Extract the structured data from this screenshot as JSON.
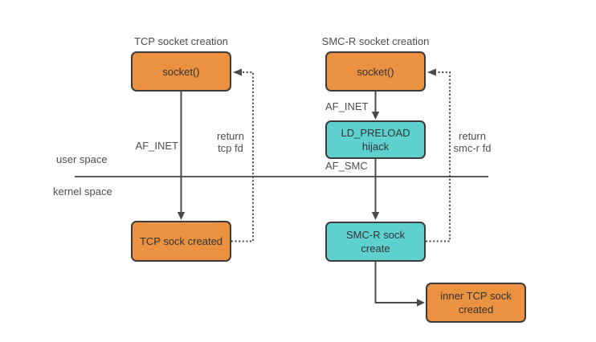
{
  "diagram": {
    "column_titles": {
      "tcp": "TCP socket creation",
      "smc": "SMC-R socket creation"
    },
    "space_labels": {
      "user": "user space",
      "kernel": "kernel space"
    },
    "nodes": {
      "tcp_socket_call": {
        "label": "socket()",
        "fill": "orange"
      },
      "smc_socket_call": {
        "label": "socket()",
        "fill": "orange"
      },
      "ld_preload_hijack": {
        "label": "LD_PRELOAD\nhijack",
        "fill": "teal"
      },
      "tcp_sock_created": {
        "label": "TCP sock created",
        "fill": "orange"
      },
      "smc_r_sock_create": {
        "label": "SMC-R sock\ncreate",
        "fill": "teal"
      },
      "inner_tcp_sock_created": {
        "label": "inner TCP sock\ncreated",
        "fill": "orange"
      }
    },
    "edge_labels": {
      "af_inet_left": "AF_INET",
      "af_inet_right": "AF_INET",
      "af_smc": "AF_SMC",
      "return_tcp_fd": "return\ntcp fd",
      "return_smc_r_fd": "return\nsmc-r fd"
    },
    "colors": {
      "orange": "#ea9142",
      "teal": "#5fd0d0",
      "stroke": "#3c3c3c",
      "line": "#4a4a4a",
      "divider": "#5a5a5a",
      "text_dark": "#333333",
      "text_gray": "#4d4d4d",
      "background": "#ffffff"
    }
  }
}
